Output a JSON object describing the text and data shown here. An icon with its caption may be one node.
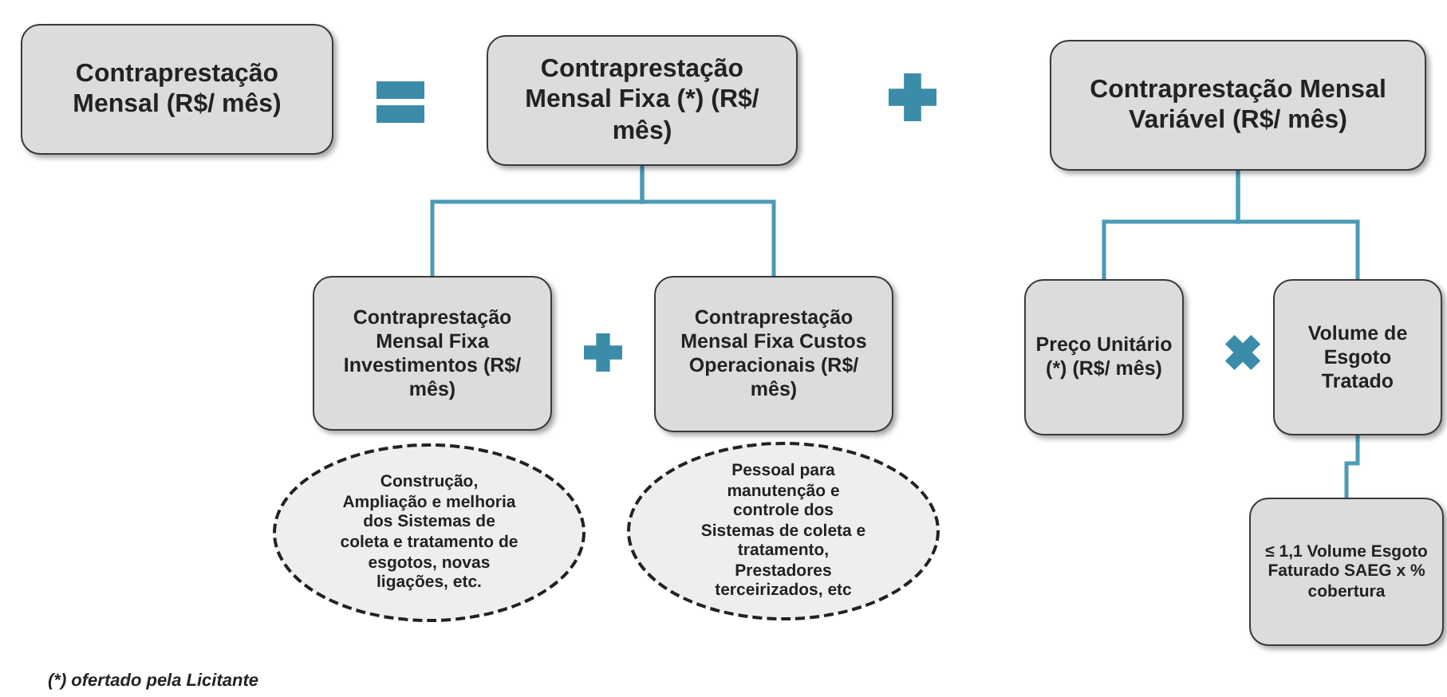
{
  "diagram": {
    "nodes": [
      {
        "text": [
          "Contraprestação Mensal (R$/ mês)"
        ]
      },
      {
        "text": [
          "Contraprestação Mensal Fixa (*) (R$/ mês)"
        ]
      },
      {
        "text": [
          "Contraprestação Mensal Variável (R$/ mês)"
        ]
      },
      {
        "text": [
          "Contraprestação Mensal Fixa Investimentos (R$/ mês)"
        ]
      },
      {
        "text": [
          "Contraprestação Mensal Fixa Custos Operacionais (R$/ mês)"
        ]
      },
      {
        "text": [
          "Construção, Ampliação e melhoria dos Sistemas de coleta e tratamento de esgotos, novas ligações, etc."
        ]
      },
      {
        "text": [
          "Pessoal para manutenção e controle dos Sistemas de coleta e tratamento, Prestadores terceirizados, etc"
        ]
      },
      {
        "text": [
          "Preço Unitário (*) (R$/ mês)"
        ]
      },
      {
        "text": [
          "Volume de Esgoto Tratado"
        ]
      },
      {
        "text": [
          "≤ 1,1 Volume Esgoto Faturado SAEG x % cobertura"
        ]
      }
    ],
    "edges": [
      {
        "from": 1,
        "to": 3,
        "arrow": "none"
      },
      {
        "from": 1,
        "to": 4,
        "arrow": "none"
      },
      {
        "from": 2,
        "to": 7,
        "arrow": "none"
      },
      {
        "from": 2,
        "to": 8,
        "arrow": "none"
      },
      {
        "from": 8,
        "to": 9,
        "arrow": "none"
      }
    ],
    "labels": [
      "(*) ofertado pela Licitante"
    ]
  }
}
